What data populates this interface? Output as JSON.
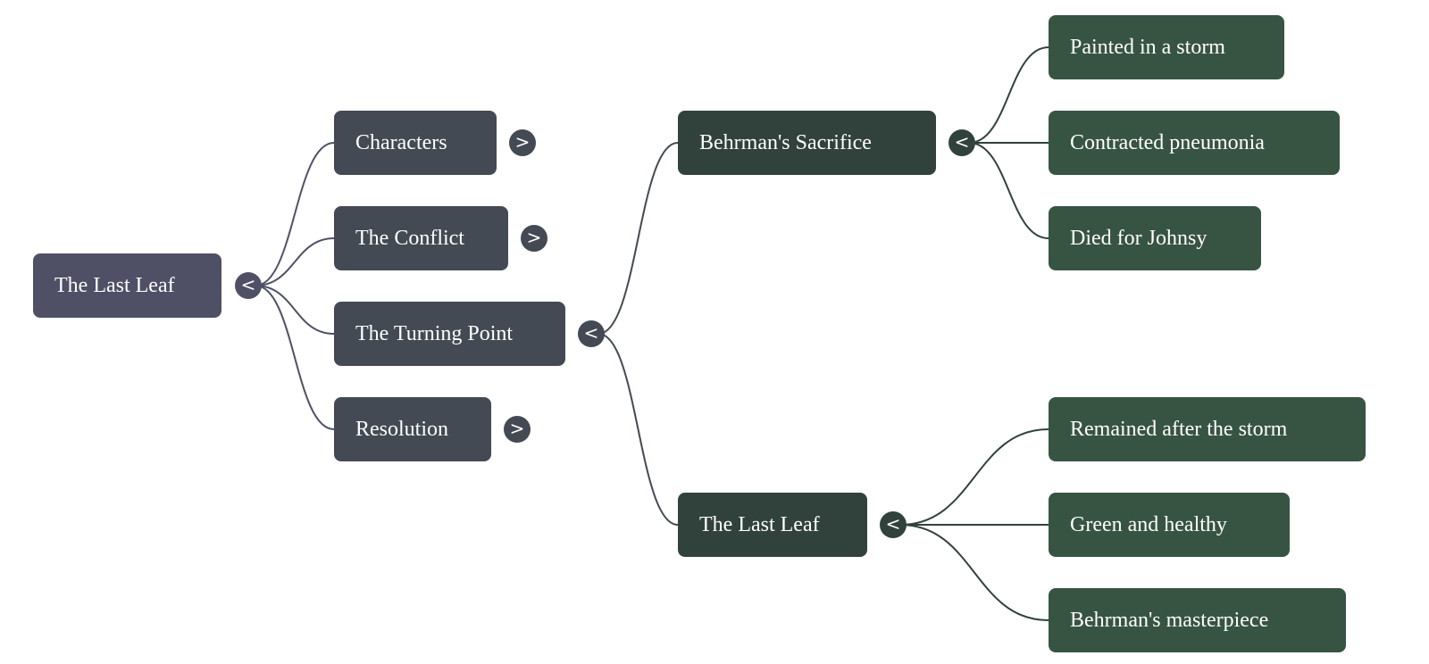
{
  "colors": {
    "root": "#4f5066",
    "level1": "#434a53",
    "level2": "#31423d",
    "level3": "#375443",
    "link_root": "#4f5066",
    "link_level1": "#434a53",
    "link_level2": "#31423d"
  },
  "mindmap": {
    "root": {
      "label": "The Last Leaf",
      "toggle": "<",
      "expanded": true
    },
    "branches": [
      {
        "label": "Characters",
        "toggle": ">",
        "expanded": false
      },
      {
        "label": "The Conflict",
        "toggle": ">",
        "expanded": false
      },
      {
        "label": "The Turning Point",
        "toggle": "<",
        "expanded": true,
        "children": [
          {
            "label": "Behrman's Sacrifice",
            "toggle": "<",
            "expanded": true,
            "children": [
              {
                "label": "Painted in a storm"
              },
              {
                "label": "Contracted pneumonia"
              },
              {
                "label": "Died for Johnsy"
              }
            ]
          },
          {
            "label": "The Last Leaf",
            "toggle": "<",
            "expanded": true,
            "children": [
              {
                "label": "Remained after the storm"
              },
              {
                "label": "Green and healthy"
              },
              {
                "label": "Behrman's masterpiece"
              }
            ]
          }
        ]
      },
      {
        "label": "Resolution",
        "toggle": ">",
        "expanded": false
      }
    ]
  }
}
